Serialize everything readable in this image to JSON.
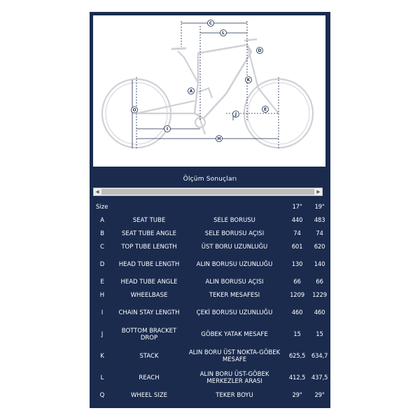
{
  "figure": {
    "markers": [
      "A",
      "C",
      "D",
      "E",
      "H",
      "I",
      "J",
      "K",
      "L",
      "O"
    ],
    "colors": {
      "bike": "#d0d0d8",
      "dimension": "#1a2b4e"
    }
  },
  "caption": "Ölçüm Sonuçları",
  "table": {
    "size_label": "Size",
    "sizes": [
      "17\"",
      "19\""
    ],
    "rows": [
      {
        "code": "A",
        "en": "SEAT TUBE",
        "tr": "SELE BORUSU",
        "v": [
          "440",
          "483"
        ]
      },
      {
        "code": "B",
        "en": "SEAT TUBE ANGLE",
        "tr": "SELE BORUSU AÇISI",
        "v": [
          "74",
          "74"
        ]
      },
      {
        "code": "C",
        "en": "TOP TUBE LENGTH",
        "tr": "ÜST BORU UZUNLUĞU",
        "v": [
          "601",
          "620"
        ]
      },
      {
        "code": "D",
        "en": "HEAD TUBE LENGTH",
        "tr": "ALIN BORUSU UZUNLUĞU",
        "v": [
          "130",
          "140"
        ]
      },
      {
        "code": "E",
        "en": "HEAD TUBE ANGLE",
        "tr": "ALIN BORUSU AÇISI",
        "v": [
          "66",
          "66"
        ]
      },
      {
        "code": "H",
        "en": "WHEELBASE",
        "tr": "TEKER MESAFESI",
        "v": [
          "1209",
          "1229"
        ]
      },
      {
        "code": "I",
        "en": "CHAIN STAY LENGTH",
        "tr": "ÇEKİ BORUSU UZUNLUĞU",
        "v": [
          "460",
          "460"
        ]
      },
      {
        "code": "J",
        "en": "BOTTOM BRACKET DROP",
        "tr": "GÖBEK YATAK MESAFE",
        "v": [
          "15",
          "15"
        ]
      },
      {
        "code": "K",
        "en": "STACK",
        "tr": "ALIN BORU ÜST NOKTA-GÖBEK MESAFE",
        "v": [
          "625,5",
          "634,7"
        ]
      },
      {
        "code": "L",
        "en": "REACH",
        "tr": "ALIN BORU ÜST-GÖBEK MERKEZLER ARASI",
        "v": [
          "412,5",
          "437,5"
        ]
      },
      {
        "code": "Q",
        "en": "WHEEL SIZE",
        "tr": "TEKER BOYU",
        "v": [
          "29\"",
          "29\""
        ]
      }
    ]
  }
}
